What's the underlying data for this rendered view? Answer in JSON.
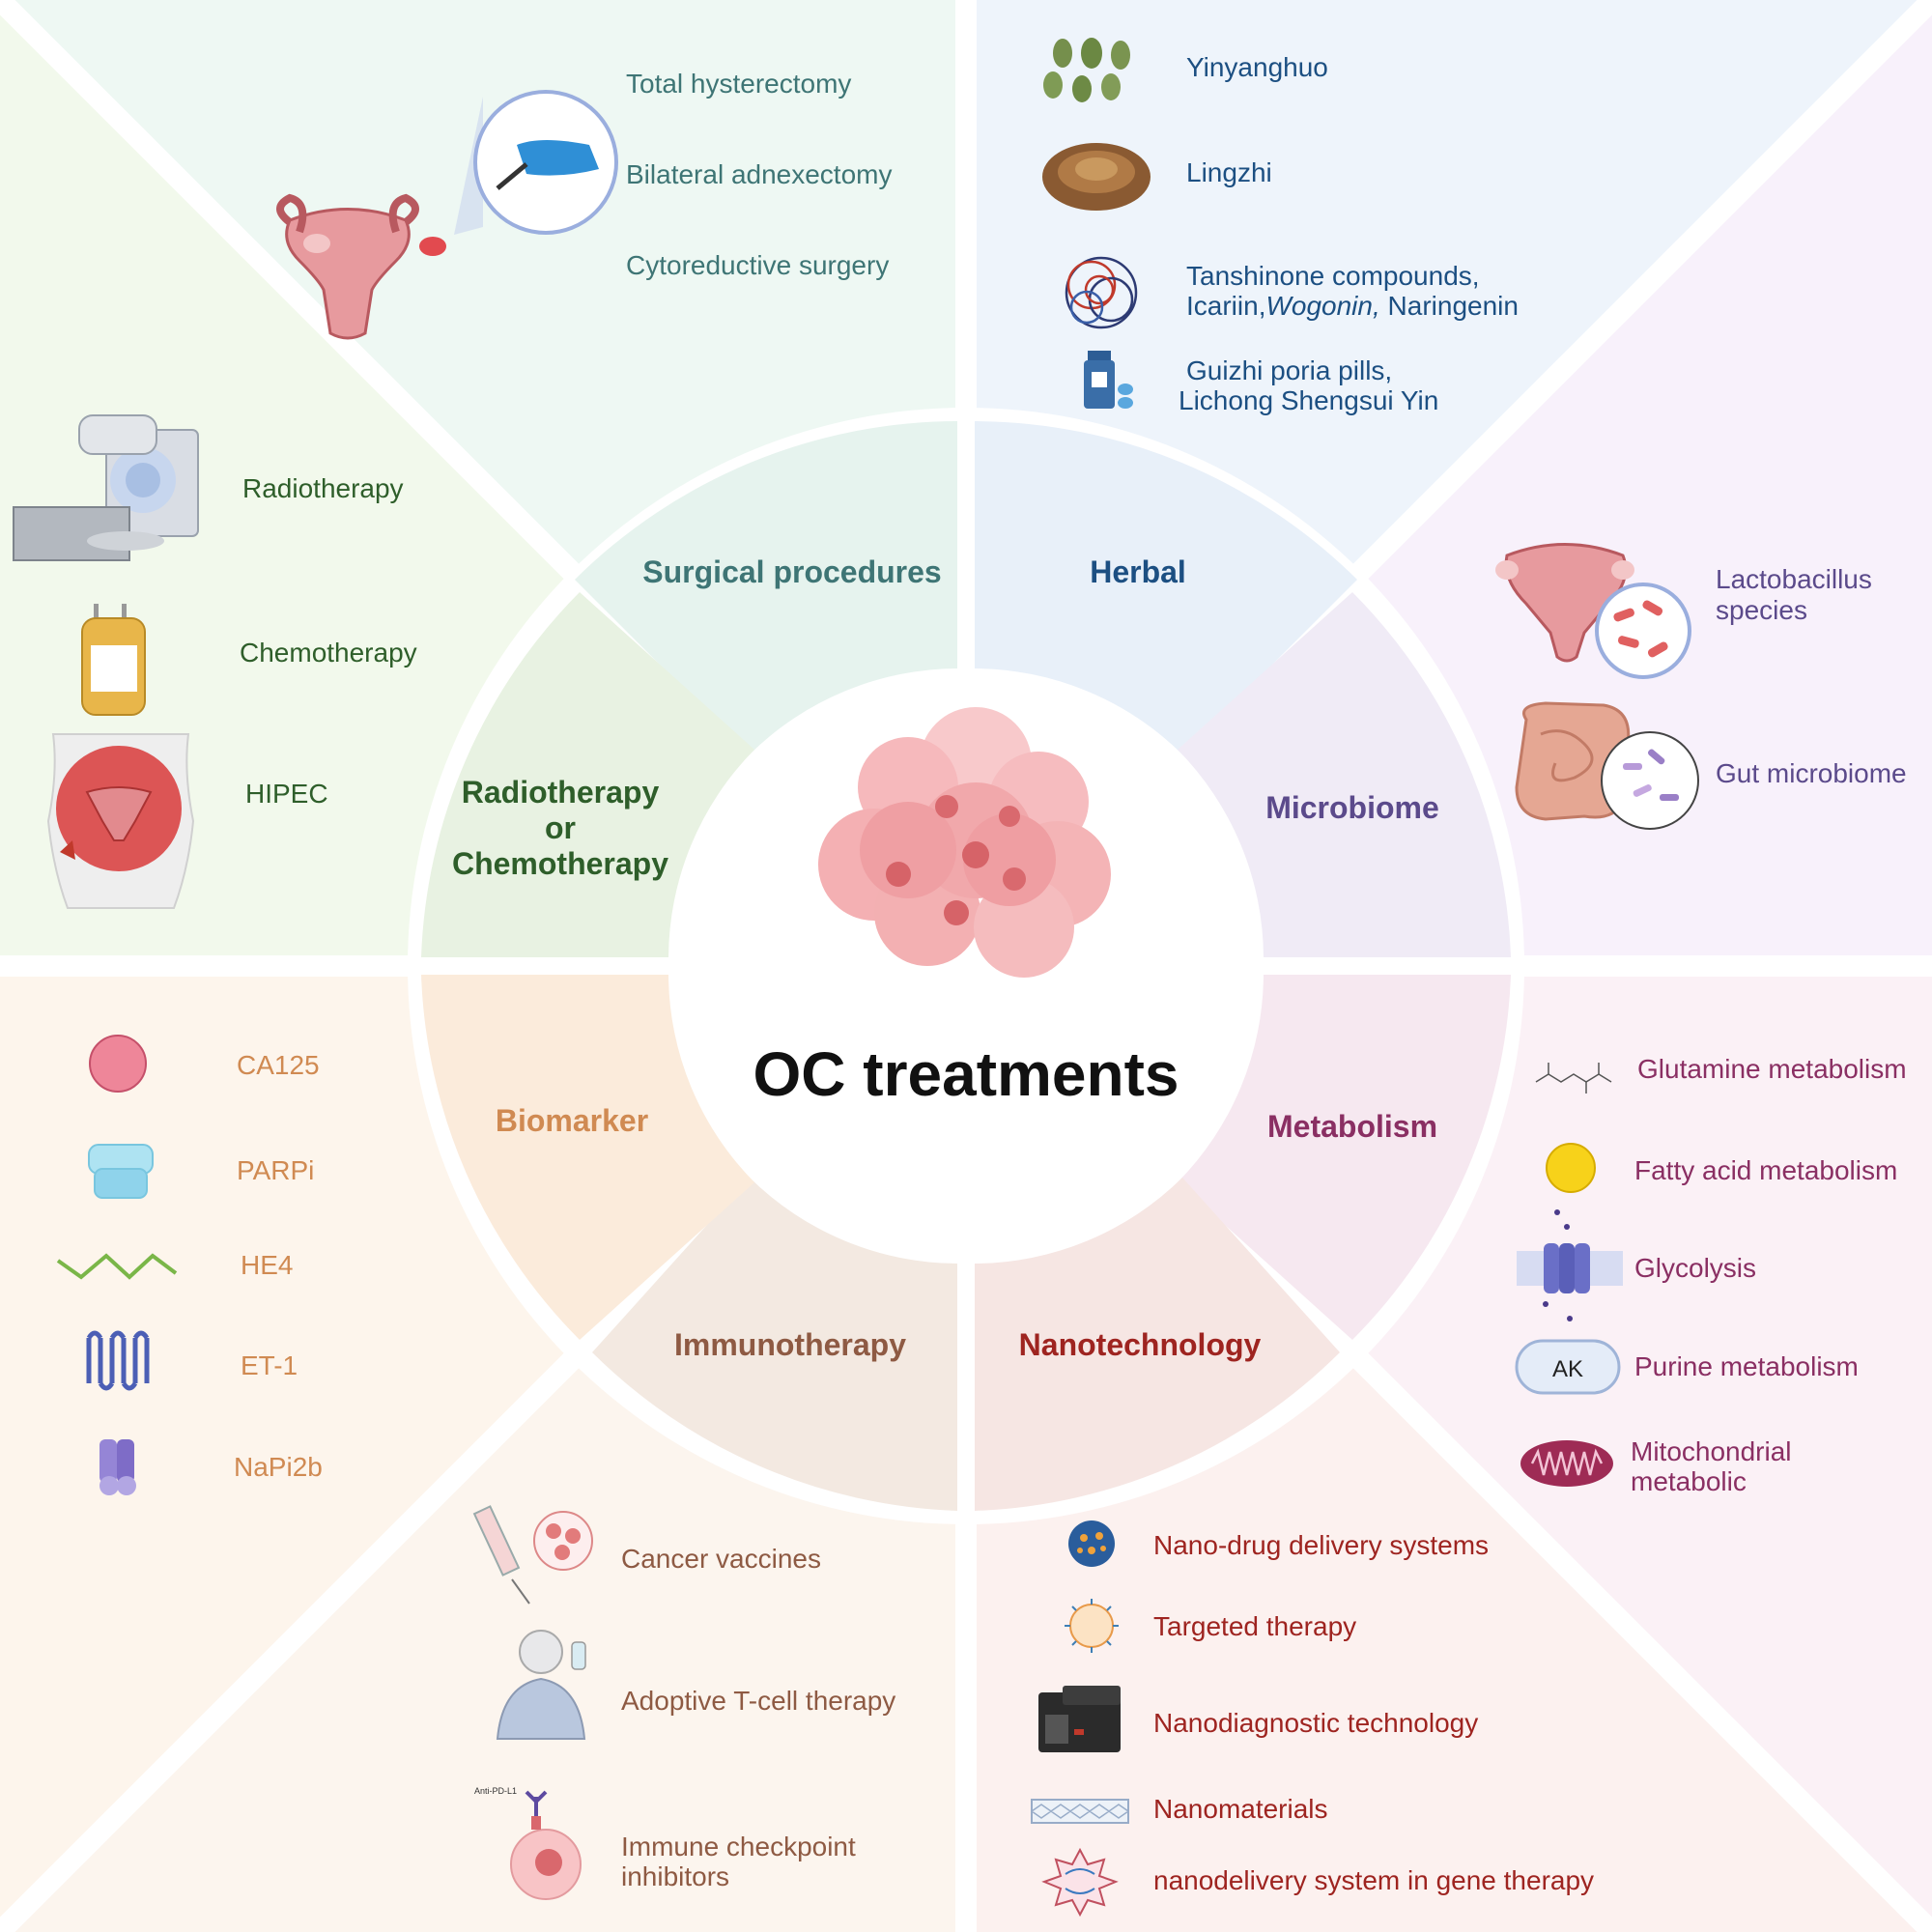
{
  "title": "OC treatments",
  "colors": {
    "surgical": "#3e7575",
    "herbal": "#1c4f82",
    "microbiome": "#5b4a8b",
    "radio": "#2e5e2a",
    "biomarker": "#d08a52",
    "immuno": "#8e5a43",
    "nano": "#9e2420",
    "metabolism": "#8a2f63"
  },
  "segments": {
    "surgical": "Surgical procedures",
    "herbal": "Herbal",
    "microbiome": "Microbiome",
    "radio": [
      "Radiotherapy",
      "or",
      "Chemotherapy"
    ],
    "biomarker": "Biomarker",
    "immuno": "Immunotherapy",
    "nano": "Nanotechnology",
    "metabolism": "Metabolism"
  },
  "surgical_items": [
    "Total hysterectomy",
    "Bilateral adnexectomy",
    "Cytoreductive surgery"
  ],
  "herbal_items": [
    "Yinyanghuo",
    "Lingzhi",
    "Tanshinone compounds,",
    "Icariin,",
    "Wogonin,",
    "Naringenin",
    "Guizhi poria pills,",
    "Lichong Shengsui Yin"
  ],
  "microbiome_items": [
    "Lactobacillus",
    "species",
    "Gut microbiome"
  ],
  "radio_items": [
    "Radiotherapy",
    "Chemotherapy",
    "HIPEC"
  ],
  "biomarker_items": [
    "CA125",
    "PARPi",
    "HE4",
    "ET-1",
    "NaPi2b"
  ],
  "immuno_items": [
    "Cancer vaccines",
    "Adoptive T-cell therapy",
    "Immune checkpoint",
    "inhibitors"
  ],
  "immuno_icon_text": "Anti-PD-L1",
  "nano_items": [
    "Nano-drug delivery systems",
    "Targeted therapy",
    "Nanodiagnostic technology",
    "Nanomaterials",
    "nanodelivery system in gene therapy"
  ],
  "metabolism_items": [
    "Glutamine metabolism",
    "Fatty acid metabolism",
    "Glycolysis",
    "Purine metabolism",
    "Mitochondrial",
    "metabolic"
  ],
  "metabolism_icon_text": "AK",
  "icons": [
    "uterus-icon",
    "scalpel-hand-icon",
    "leaves-icon",
    "mushroom-icon",
    "compound-icon",
    "pill-bottle-icon",
    "uterus-bacteria-icon",
    "intestine-icon",
    "radiotherapy-machine-icon",
    "iv-bag-icon",
    "abdomen-icon",
    "sphere-icon",
    "parp-icon",
    "wave-icon",
    "receptor-icon",
    "transporter-icon",
    "syringe-cells-icon",
    "patient-icon",
    "antibody-cell-icon",
    "nanoparticle-icon",
    "virus-icon",
    "sequencer-icon",
    "nanotube-icon",
    "nanodelivery-icon",
    "molecule-icon",
    "lipid-droplet-icon",
    "membrane-channel-icon",
    "ak-enzyme-icon",
    "mitochondria-icon",
    "tumor-cells-icon"
  ]
}
